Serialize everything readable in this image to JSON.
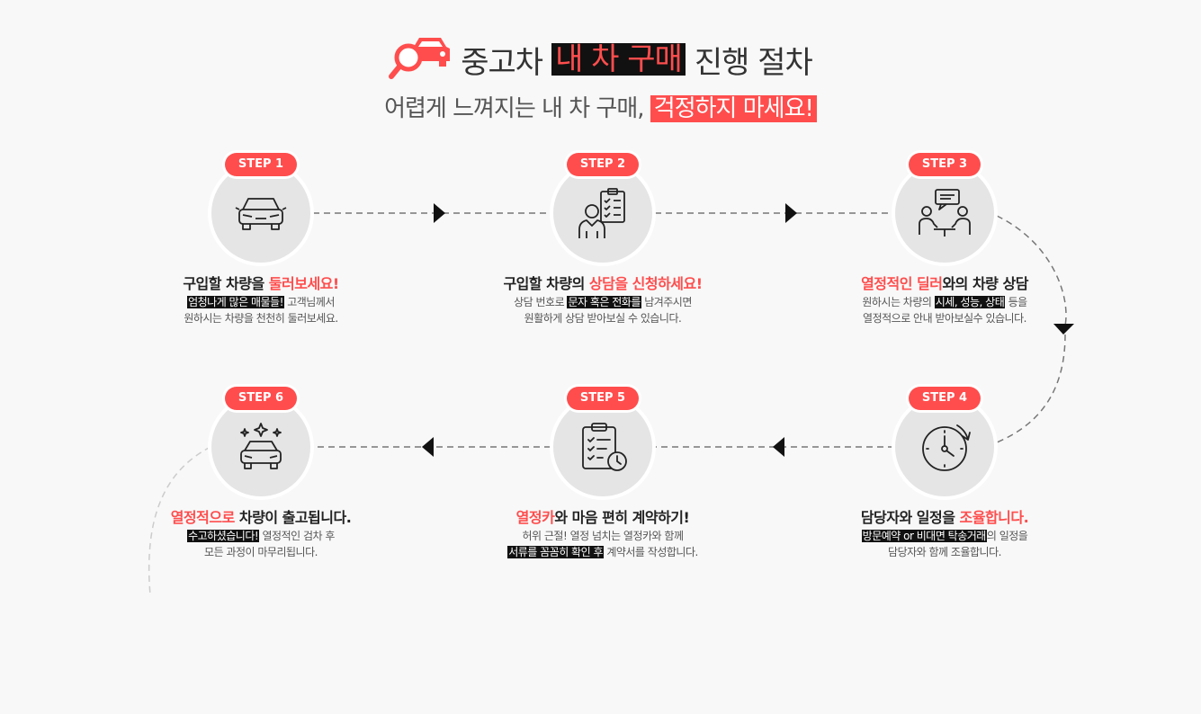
{
  "header": {
    "title_pre": "중고차",
    "title_highlight": "내 차 구매",
    "title_post": "진행 절차",
    "subtitle_pre": "어렵게 느껴지는 내 차 구매,",
    "subtitle_highlight": "걱정하지 마세요!"
  },
  "colors": {
    "accent": "#ff4d4d",
    "black": "#111111",
    "circle": "#e5e5e5"
  },
  "steps": [
    {
      "badge": "STEP 1",
      "icon": "car-front-icon",
      "title_a": "구입할 차량을 ",
      "title_red": "둘러보세요!",
      "title_b": "",
      "desc1_hl": "엄청나게 많은 매물들!",
      "desc1_rest": " 고객님께서",
      "desc2": "원하시는 차량을 천천히 둘러보세요."
    },
    {
      "badge": "STEP 2",
      "icon": "consultant-checklist-icon",
      "title_a": "구입할 차량의 ",
      "title_red": "상담을 신청하세요!",
      "title_b": "",
      "desc1_pre": "상담 번호로 ",
      "desc1_hl": "문자 혹은 전화를",
      "desc1_rest": " 남겨주시면",
      "desc2": "원활하게 상담 받아보실 수 있습니다."
    },
    {
      "badge": "STEP 3",
      "icon": "dealer-chat-icon",
      "title_a": "",
      "title_red": "열정적인 딜러",
      "title_b": "와의 차량 상담",
      "desc1_pre": "원하시는 차량의 ",
      "desc1_hl": "시세, 성능, 상태",
      "desc1_rest": " 등을",
      "desc2": "열정적으로 안내 받아보실수 있습니다."
    },
    {
      "badge": "STEP 4",
      "icon": "stopwatch-icon",
      "title_a": "담당자와 일정을 ",
      "title_red": "조율합니다.",
      "title_b": "",
      "desc1_hl": "방문예약 or 비대면 탁송거래",
      "desc1_rest": "의 일정을",
      "desc2": "담당자와 함께 조율합니다."
    },
    {
      "badge": "STEP 5",
      "icon": "clipboard-clock-icon",
      "title_a": "",
      "title_red": "열정카",
      "title_b": "와 마음 편히 계약하기!",
      "desc1": "허위 근절! 열정 넘치는 열정카와 함께",
      "desc2_hl": "서류를 꼼꼼히 확인 후",
      "desc2_rest": " 계약서를 작성합니다."
    },
    {
      "badge": "STEP 6",
      "icon": "sparkling-car-icon",
      "title_a": "",
      "title_red": "열정적으로",
      "title_b": " 차량이 출고됩니다.",
      "desc1_hl": "수고하셨습니다!",
      "desc1_rest": " 열정적인 검차 후",
      "desc2": "모든 과정이 마무리됩니다."
    }
  ]
}
